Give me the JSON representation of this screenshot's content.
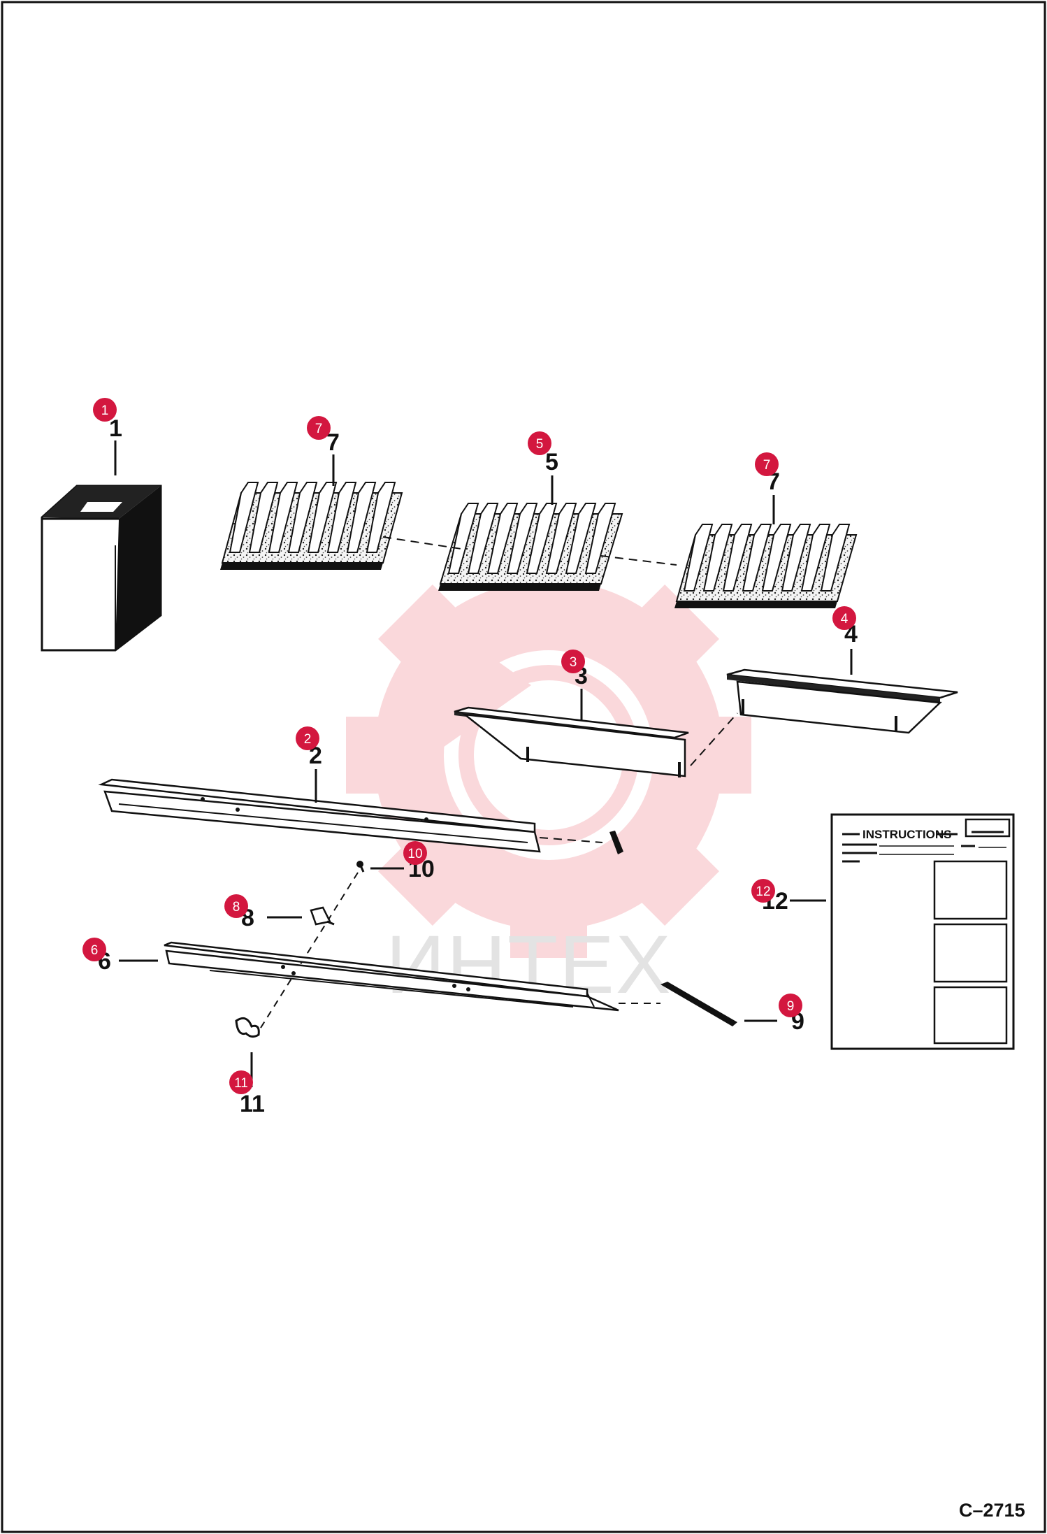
{
  "diagram": {
    "drawing_code": "C–2715",
    "watermark": "ИНТЕХ",
    "document_title": "INSTRUCTIONS",
    "accent_color": "#d3173f",
    "callouts": [
      {
        "number": "1"
      },
      {
        "number": "2"
      },
      {
        "number": "3"
      },
      {
        "number": "4"
      },
      {
        "number": "5"
      },
      {
        "number": "6"
      },
      {
        "number": "7"
      },
      {
        "number": "7"
      },
      {
        "number": "8"
      },
      {
        "number": "9"
      },
      {
        "number": "10"
      },
      {
        "number": "11"
      },
      {
        "number": "12"
      }
    ]
  }
}
